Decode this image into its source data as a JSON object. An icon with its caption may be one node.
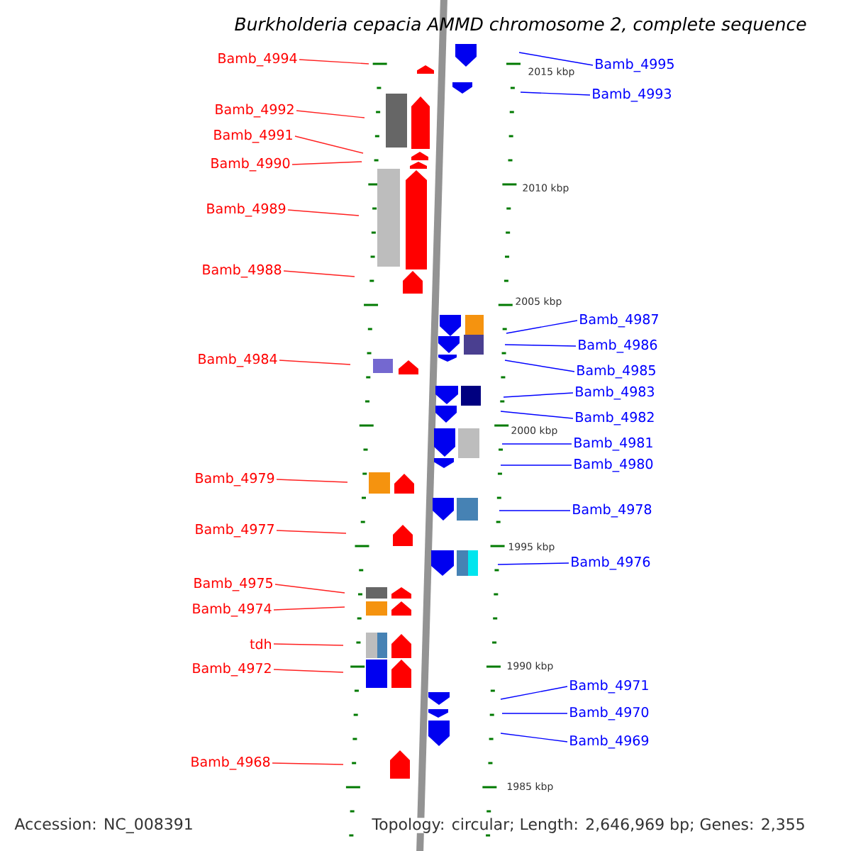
{
  "diagram": {
    "title": "*Burkholderia cepacia* AMMD chromosome 2, complete sequence",
    "nodes": [
      {
        "text": [
          "Bamb_4994"
        ]
      },
      {
        "text": [
          "Bamb_4992"
        ]
      },
      {
        "text": [
          "Bamb_4991"
        ]
      },
      {
        "text": [
          "Bamb_4990"
        ]
      },
      {
        "text": [
          "Bamb_4989"
        ]
      },
      {
        "text": [
          "Bamb_4988"
        ]
      },
      {
        "text": [
          "Bamb_4984"
        ]
      },
      {
        "text": [
          "Bamb_4979"
        ]
      },
      {
        "text": [
          "Bamb_4977"
        ]
      },
      {
        "text": [
          "Bamb_4975"
        ]
      },
      {
        "text": [
          "Bamb_4974"
        ]
      },
      {
        "text": [
          "tdh"
        ]
      },
      {
        "text": [
          "Bamb_4972"
        ]
      },
      {
        "text": [
          "Bamb_4968"
        ]
      },
      {
        "text": [
          "Bamb_4995"
        ]
      },
      {
        "text": [
          "Bamb_4993"
        ]
      },
      {
        "text": [
          "Bamb_4987"
        ]
      },
      {
        "text": [
          "Bamb_4986"
        ]
      },
      {
        "text": [
          "Bamb_4985"
        ]
      },
      {
        "text": [
          "Bamb_4983"
        ]
      },
      {
        "text": [
          "Bamb_4982"
        ]
      },
      {
        "text": [
          "Bamb_4981"
        ]
      },
      {
        "text": [
          "Bamb_4980"
        ]
      },
      {
        "text": [
          "Bamb_4978"
        ]
      },
      {
        "text": [
          "Bamb_4976"
        ]
      },
      {
        "text": [
          "Bamb_4971"
        ]
      },
      {
        "text": [
          "Bamb_4970"
        ]
      },
      {
        "text": [
          "Bamb_4969"
        ]
      }
    ],
    "edges": [
      {
        "from": 0,
        "to": null,
        "arrow": "none"
      },
      {
        "from": 1,
        "to": null,
        "arrow": "none"
      },
      {
        "from": 2,
        "to": null,
        "arrow": "none"
      },
      {
        "from": 3,
        "to": null,
        "arrow": "none"
      },
      {
        "from": 4,
        "to": null,
        "arrow": "none"
      },
      {
        "from": 5,
        "to": null,
        "arrow": "none"
      },
      {
        "from": 6,
        "to": null,
        "arrow": "none"
      },
      {
        "from": 7,
        "to": null,
        "arrow": "none"
      },
      {
        "from": 8,
        "to": null,
        "arrow": "none"
      },
      {
        "from": 9,
        "to": null,
        "arrow": "none"
      },
      {
        "from": 10,
        "to": null,
        "arrow": "none"
      },
      {
        "from": 11,
        "to": null,
        "arrow": "none"
      },
      {
        "from": 12,
        "to": null,
        "arrow": "none"
      },
      {
        "from": 13,
        "to": null,
        "arrow": "none"
      },
      {
        "from": 14,
        "to": null,
        "arrow": "none",
        "color": "#0000ff"
      },
      {
        "from": 15,
        "to": null,
        "arrow": "none",
        "color": "#0000ff"
      },
      {
        "from": 16,
        "to": null,
        "arrow": "none",
        "color": "#0000ff"
      },
      {
        "from": 17,
        "to": null,
        "arrow": "none",
        "color": "#0000ff"
      },
      {
        "from": 18,
        "to": null,
        "arrow": "none",
        "color": "#0000ff"
      },
      {
        "from": 19,
        "to": null,
        "arrow": "none",
        "color": "#0000ff"
      },
      {
        "from": 20,
        "to": null,
        "arrow": "none",
        "color": "#0000ff"
      },
      {
        "from": 21,
        "to": null,
        "arrow": "none",
        "color": "#0000ff"
      },
      {
        "from": 22,
        "to": null,
        "arrow": "none",
        "color": "#0000ff"
      },
      {
        "from": 23,
        "to": null,
        "arrow": "none",
        "color": "#0000ff"
      },
      {
        "from": 24,
        "to": null,
        "arrow": "none",
        "color": "#0000ff"
      },
      {
        "from": 25,
        "to": null,
        "arrow": "none",
        "color": "#0000ff"
      },
      {
        "from": 26,
        "to": null,
        "arrow": "none",
        "color": "#0000ff"
      },
      {
        "from": 27,
        "to": null,
        "arrow": "none",
        "color": "#0000ff"
      }
    ],
    "labels": [
      "2015 kbp",
      "2010 kbp",
      "2005 kbp",
      "2000 kbp",
      "1995 kbp",
      "1990 kbp",
      "1985 kbp",
      "Accession: NC_008391",
      "Topology: circular; Length: 2,646,969 bp; Genes: 2,355"
    ]
  }
}
